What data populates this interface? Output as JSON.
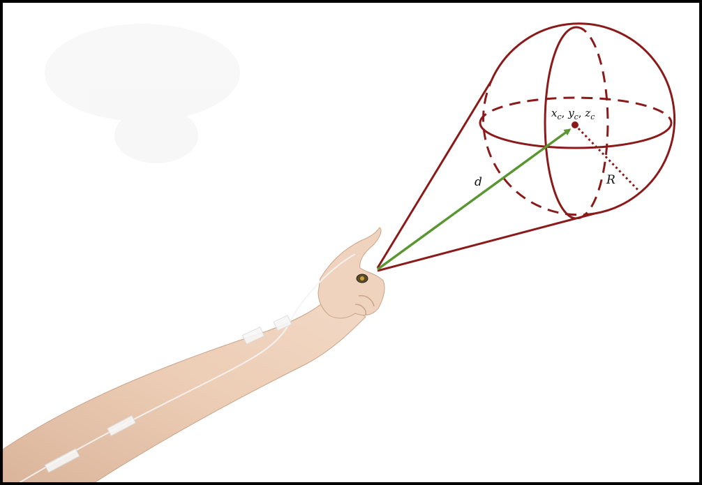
{
  "labels": {
    "center": {
      "x": "x",
      "x_sub": "c",
      "y": "y",
      "y_sub": "c",
      "z": "z",
      "z_sub": "c"
    },
    "distance": "d",
    "radius": "R"
  },
  "colors": {
    "sphere": "#8b1a1a",
    "vector": "#5a9632",
    "skin": "#e8c8b0",
    "frame": "#000000"
  },
  "icons": {
    "sphere": "sphere-target-icon",
    "arm": "pointing-arm-illustration",
    "vector": "distance-vector-arrow"
  }
}
